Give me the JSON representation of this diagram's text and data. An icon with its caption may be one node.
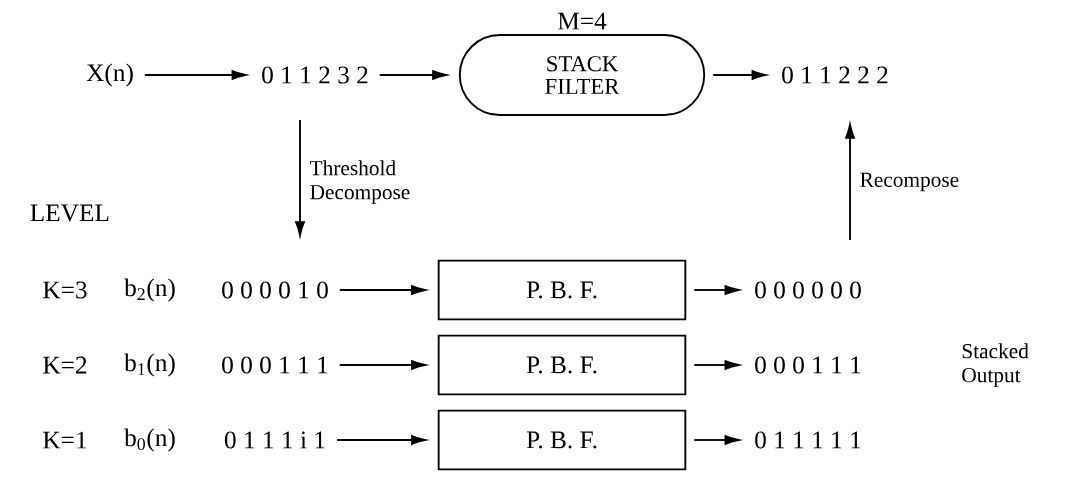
{
  "diagram": {
    "nodes": [
      {
        "text": [
          "X(n)"
        ]
      },
      {
        "text": [
          "0 1 1 2 3 2"
        ]
      },
      {
        "text": [
          "STACK FILTER"
        ],
        "beside": [
          "M=4"
        ]
      },
      {
        "text": [
          "0 1 1 2 2 2"
        ]
      },
      {
        "text": [
          "0 0 0 0 1 0"
        ]
      },
      {
        "text": [
          "P. B. F."
        ]
      },
      {
        "text": [
          "0 0 0 0 0 0"
        ]
      },
      {
        "text": [
          "0 0 0 1 1 1"
        ]
      },
      {
        "text": [
          "P. B. F."
        ]
      },
      {
        "text": [
          "0 0 0 1 1 1"
        ]
      },
      {
        "text": [
          "0 1 1 1 i 1"
        ]
      },
      {
        "text": [
          "P. B. F."
        ]
      },
      {
        "text": [
          "0 1 1 1 1 1"
        ]
      }
    ],
    "edges": [
      {
        "from": 0,
        "to": 1,
        "arrow": "to"
      },
      {
        "from": 1,
        "to": 2,
        "arrow": "to"
      },
      {
        "from": 2,
        "to": 3,
        "arrow": "to"
      },
      {
        "from": 1,
        "to": 4,
        "arrow": "to",
        "label": "Threshold Decompose"
      },
      {
        "from": 6,
        "to": 3,
        "arrow": "to",
        "label": "Recompose"
      },
      {
        "from": 4,
        "to": 5,
        "arrow": "to"
      },
      {
        "from": 5,
        "to": 6,
        "arrow": "to"
      },
      {
        "from": 7,
        "to": 8,
        "arrow": "to"
      },
      {
        "from": 8,
        "to": 9,
        "arrow": "to"
      },
      {
        "from": 10,
        "to": 11,
        "arrow": "to"
      },
      {
        "from": 11,
        "to": 12,
        "arrow": "to"
      }
    ],
    "labels": [
      "LEVEL",
      "K=3",
      "b$_{2}$(n)",
      "K=2",
      "b$_{1}$(n)",
      "K=1",
      "b$_{0}$(n)",
      "Stacked Output"
    ]
  }
}
